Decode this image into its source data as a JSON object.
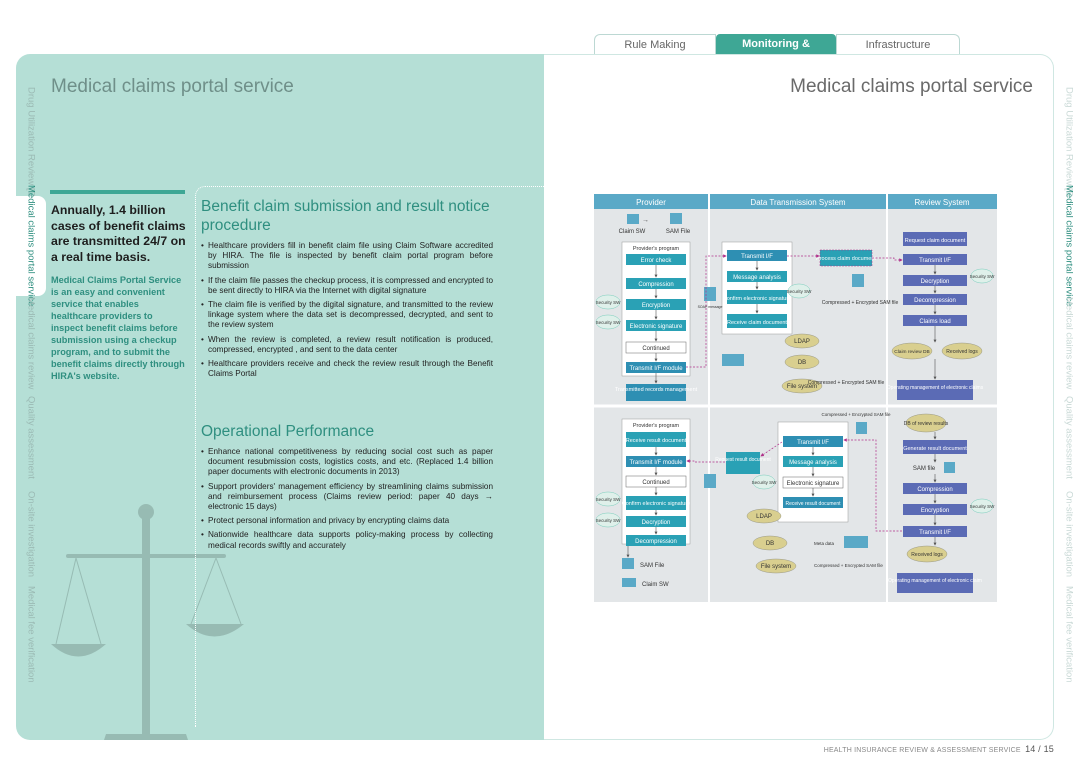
{
  "tabs": {
    "rule": "Rule Making",
    "monitoring": "Monitoring & Feedback",
    "infra": "Infrastructure Management"
  },
  "page_title_left": "Medical claims portal service",
  "page_title_right": "Medical claims portal service",
  "side_nav_left": [
    "Drug Utilization Review [DUR]",
    "Medical claims portal service",
    "Medical claims review",
    "Quality assessment",
    "On-site investigation",
    "Medical fee verification"
  ],
  "side_nav_right": [
    "Drug Utilization Review [DUR]",
    "Medical claims portal service",
    "Medical claims review",
    "Quality assessment",
    "On-site investigation",
    "Medical fee verification"
  ],
  "lead": {
    "headline": "Annually, 1.4 billion cases of benefit claims are transmitted 24/7 on a real time basis.",
    "description": "Medical Claims Portal Service is an easy and convenient service that enables healthcare providers to inspect benefit claims before submission using a checkup program, and to submit the benefit claims directly through HIRA's website."
  },
  "section1": {
    "title": "Benefit claim submission and result notice procedure",
    "bullets": [
      "Healthcare providers fill in benefit claim file using Claim Software accredited by HIRA. The file is inspected by benefit claim portal program before submission",
      "If the claim file passes the checkup process, it is compressed and encrypted to be sent directly to HIRA via the Internet with digital signature",
      "The claim file is verified by the digital signature, and transmitted to the review linkage system where the data set is decompressed, decrypted, and sent to the review system",
      "When the review is completed, a review result notification is produced, compressed, encrypted , and sent to the data center",
      "Healthcare providers receive and check the review result through the Benefit Claims Portal"
    ]
  },
  "section2": {
    "title": "Operational Performance",
    "bullets": [
      "Enhance national competitiveness by reducing social cost such as paper document resubmission costs, logistics costs, and etc. (Replaced 1.4 billion paper documents with electronic documents in 2013)",
      "Support providers' management efficiency by streamlining claims submission and reimbursement process (Claims review period: paper 40 days → electronic 15 days)",
      "Protect personal information and privacy by encrypting claims data",
      "Nationwide healthcare data supports policy-making process by collecting medical records swiftly and accurately"
    ]
  },
  "diagram": {
    "headers": [
      "Provider",
      "Data Transmission System",
      "Review System"
    ],
    "top": {
      "claim_sw": "Claim SW",
      "sam_file": "SAM File",
      "providers_program": "Provider's program",
      "steps": [
        "Error check",
        "Compression",
        "Encryption",
        "Electronic signature",
        "Continued",
        "Transmit I/F module"
      ],
      "transmitted_records": "Transmitted records management",
      "dts": [
        "Transmit I/F",
        "Message analysis",
        "Confirm electronic signature",
        "Receive claim document"
      ],
      "ldap": "LDAP",
      "db": "DB",
      "file_system": "File system",
      "process_claim": "Process claim document",
      "compressed_encrypted": "Compressed + Encrypted SAM file",
      "review": [
        "Request claim document",
        "Transmit I/F",
        "Decryption",
        "Decompression",
        "Claims load"
      ],
      "claim_review_db": "Claim review DB",
      "received_logs": "Received logs",
      "operating": "Operating management of electronic claims",
      "security_sw": "Security SW",
      "soap": "SOAP message"
    },
    "bottom": {
      "providers_program": "Provider's program",
      "steps": [
        "Receive result document",
        "Transmit I/F module",
        "Continued",
        "Confirm electronic signature",
        "Decryption",
        "Decompression"
      ],
      "sam_file": "SAM File",
      "claim_sw": "Claim SW",
      "request_result": "Request result document",
      "dts": [
        "Transmit I/F",
        "Message analysis",
        "Electronic signature",
        "Receive result document"
      ],
      "ldap": "LDAP",
      "db": "DB",
      "meta_data": "Meta data",
      "file_system": "File system",
      "compressed_encrypted_label": "Compressed + Encrypted SAM file",
      "compressed_encrypted_top": "Compressed + Encrypted SAM file",
      "review": [
        "DB of review results",
        "Generate result document",
        "SAM file",
        "Compression",
        "Encryption",
        "Transmit I/F"
      ],
      "received_logs": "Received logs",
      "operating": "Operating management of electronic claim",
      "security_sw": "Security SW"
    }
  },
  "footer": {
    "org": "HEALTH INSURANCE REVIEW & ASSESSMENT SERVICE",
    "page": "14 / 15"
  },
  "colors": {
    "accent": "#3ea795",
    "panel": "#b5dfd6",
    "diagram_header": "#5aa9c7",
    "diagram_box": "#2e8fb3"
  }
}
